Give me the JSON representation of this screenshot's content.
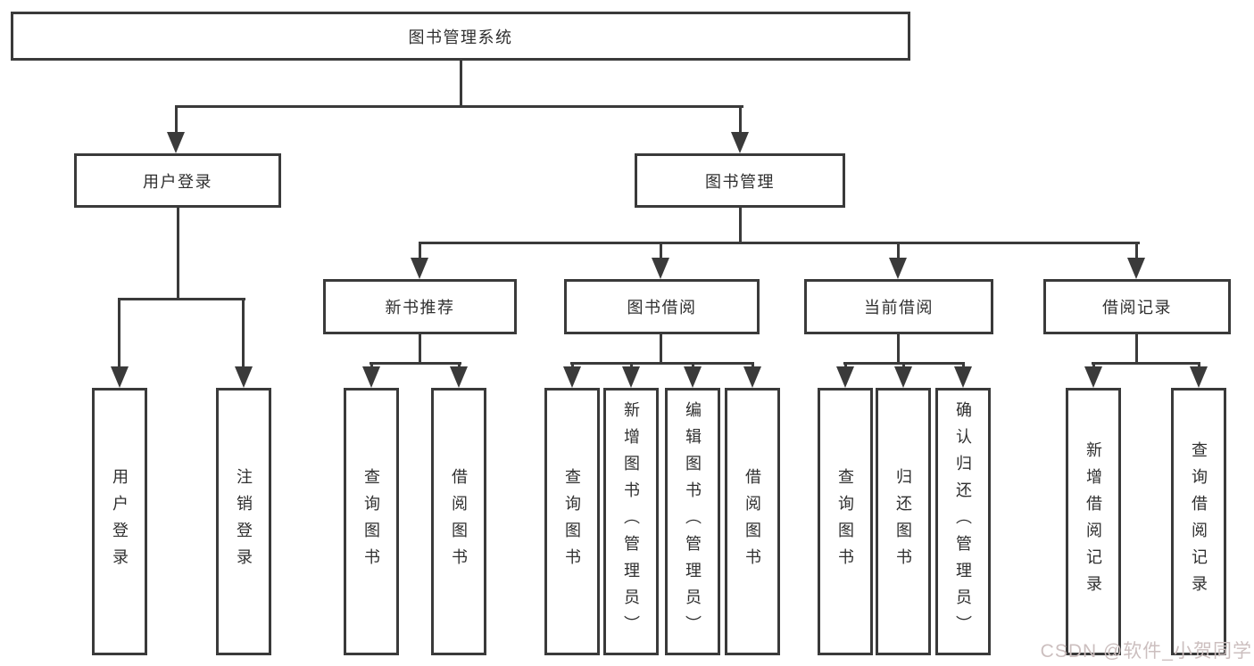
{
  "diagram": {
    "root": {
      "label": "图书管理系统"
    },
    "level2": [
      {
        "label": "用户登录"
      },
      {
        "label": "图书管理"
      }
    ],
    "level3": [
      {
        "label": "新书推荐"
      },
      {
        "label": "图书借阅"
      },
      {
        "label": "当前借阅"
      },
      {
        "label": "借阅记录"
      }
    ],
    "leaves": {
      "user": [
        "用户登录",
        "注销登录"
      ],
      "recommend": [
        "查询图书",
        "借阅图书"
      ],
      "borrow": [
        "查询图书",
        "新增图书（管理员）",
        "编辑图书（管理员）",
        "借阅图书"
      ],
      "current": [
        "查询图书",
        "归还图书",
        "确认归还（管理员）"
      ],
      "records": [
        "新增借阅记录",
        "查询借阅记录"
      ]
    },
    "colors": {
      "line": "#3a3a3a",
      "text": "#2f2f2f",
      "background": "#ffffff",
      "watermark": "#ccbfbf"
    }
  },
  "watermark": {
    "text": "CSDN @软件_小贺同学"
  }
}
